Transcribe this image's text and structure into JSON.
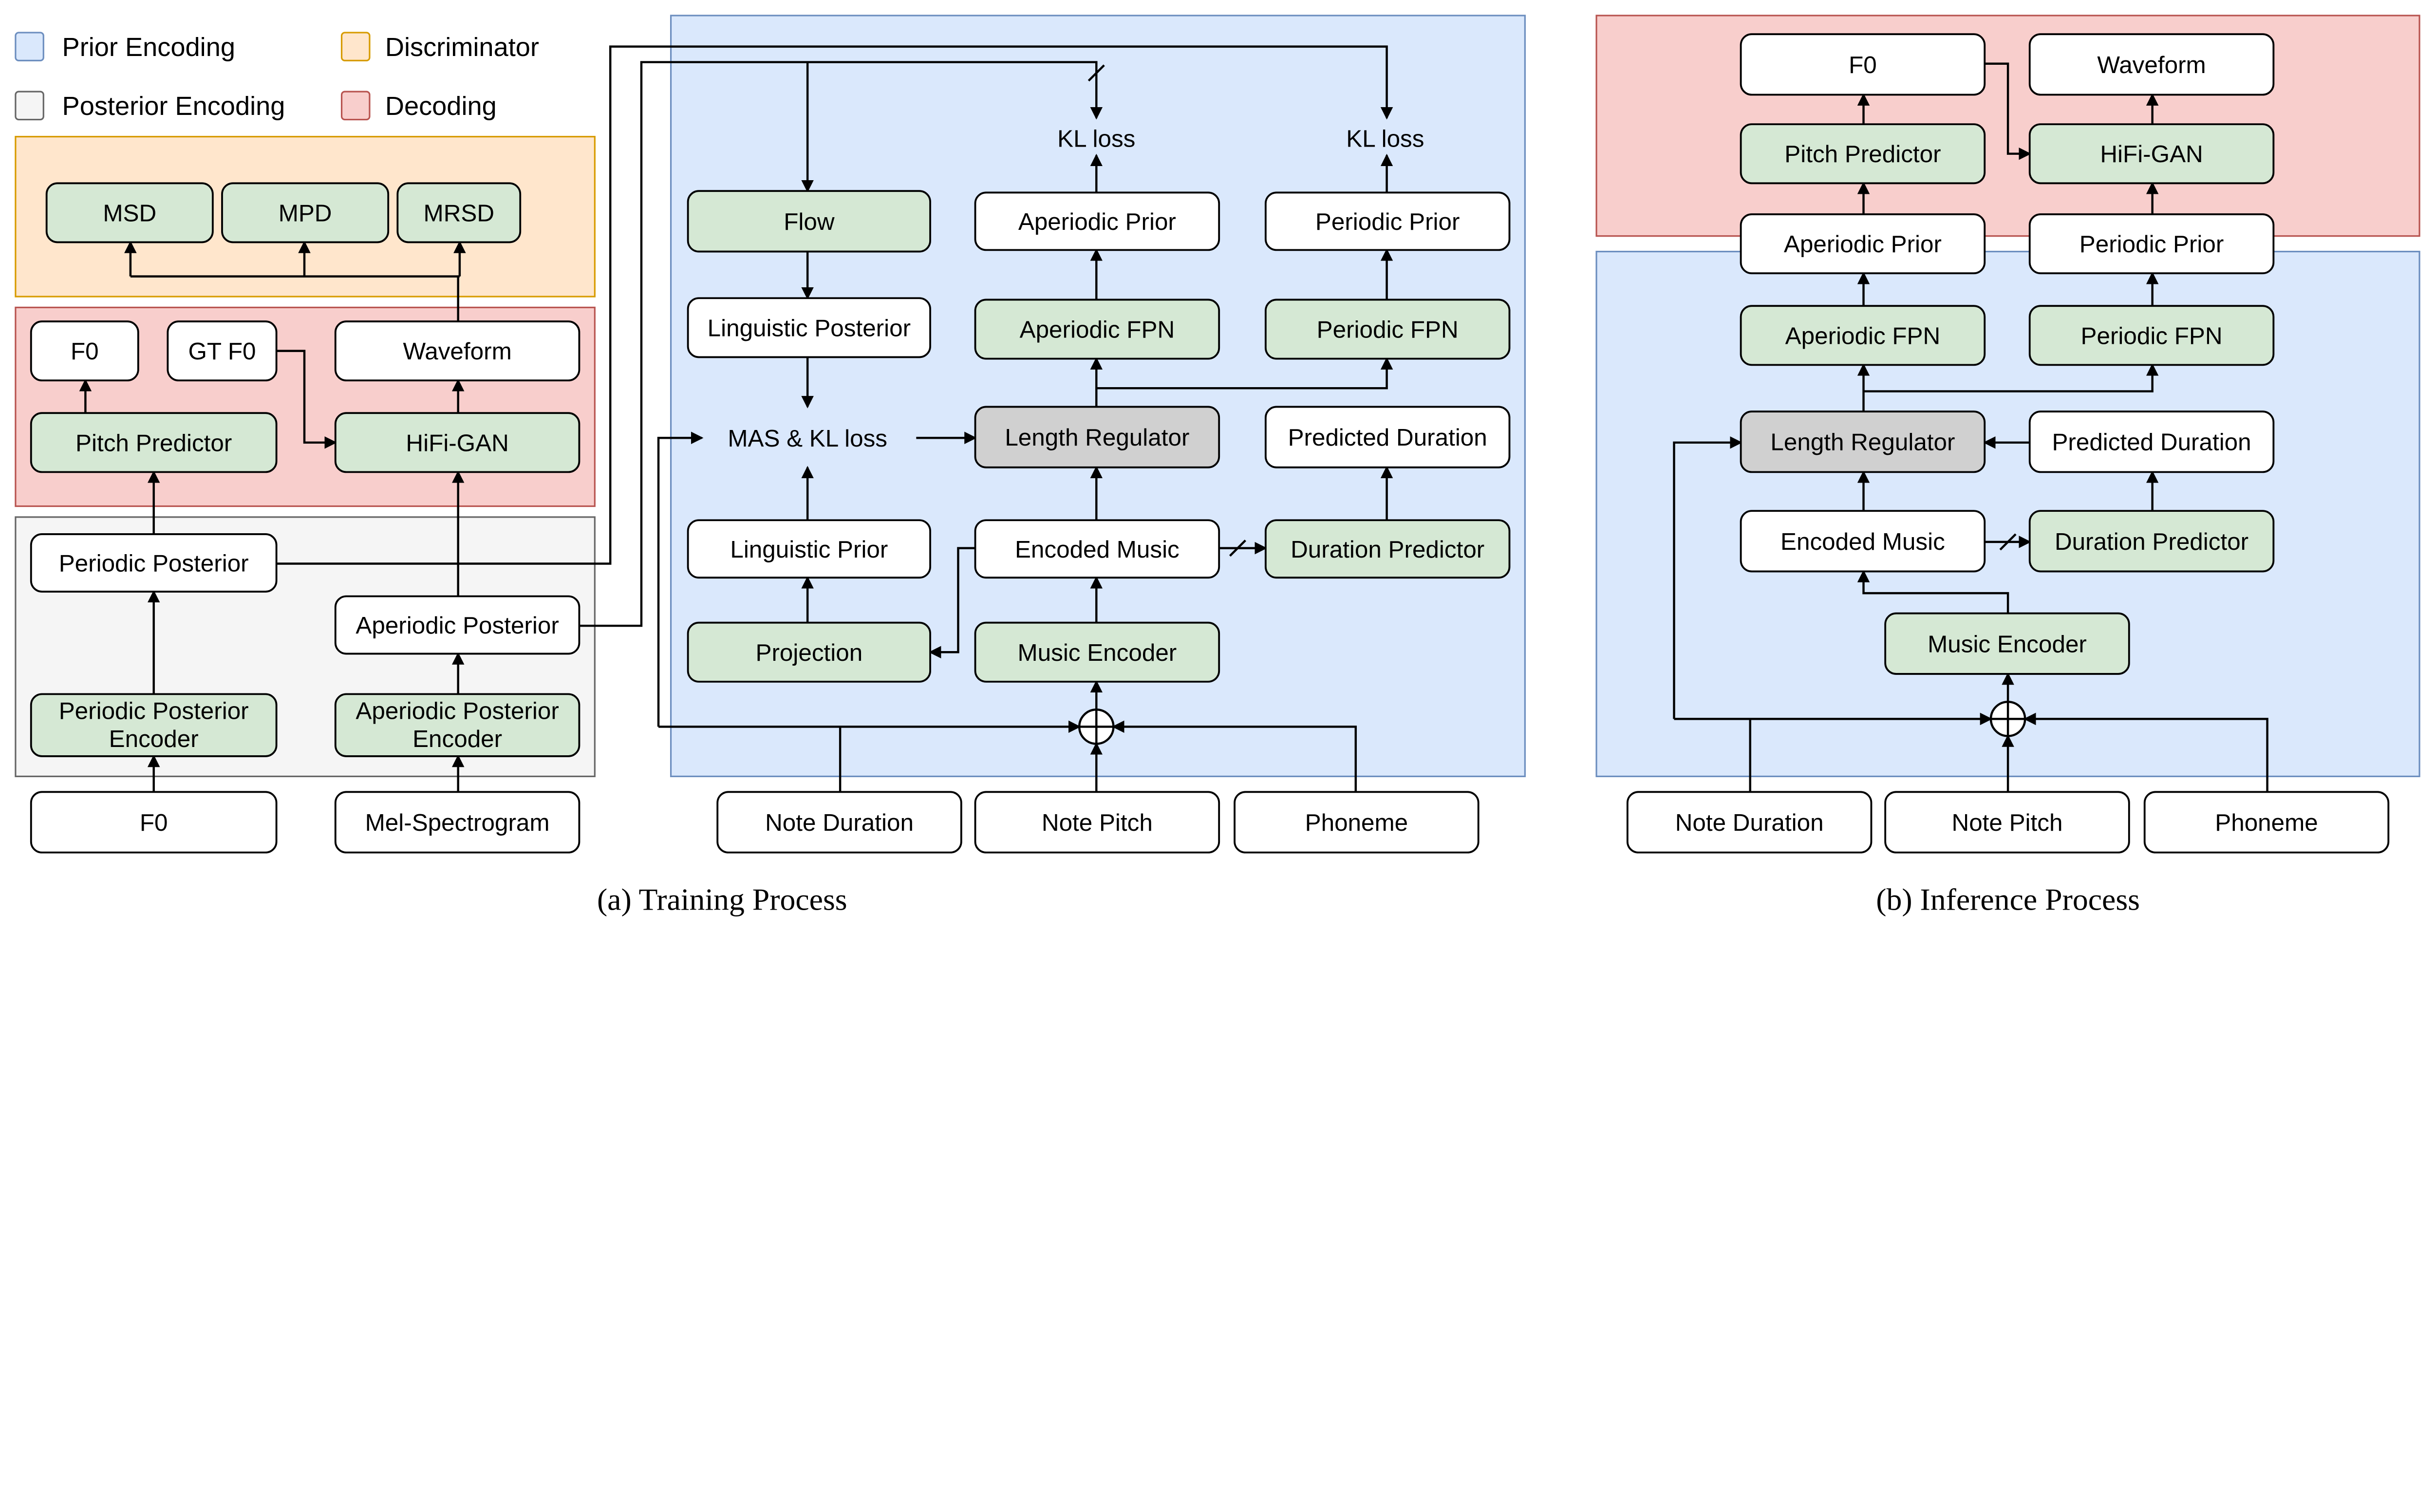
{
  "colors": {
    "prior": "#dae8fc",
    "prior_stroke": "#6c8ebf",
    "discriminator": "#ffe6cc",
    "discriminator_stroke": "#d79b00",
    "posterior": "#f5f5f5",
    "posterior_stroke": "#666666",
    "decoding": "#f8cecc",
    "decoding_stroke": "#b85450",
    "module_green": "#d5e8d4",
    "module_green_stroke": "#000000",
    "length_regulator": "#d0d0d0"
  },
  "legend": {
    "prior": "Prior Encoding",
    "discriminator": "Discriminator",
    "posterior": "Posterior Encoding",
    "decoding": "Decoding"
  },
  "training": {
    "caption": "(a) Training Process",
    "nodes": {
      "msd": "MSD",
      "mpd": "MPD",
      "mrsd": "MRSD",
      "f0_out": "F0",
      "gt_f0": "GT F0",
      "waveform": "Waveform",
      "pitch_predictor": "Pitch Predictor",
      "hifigan": "HiFi-GAN",
      "periodic_posterior": "Periodic Posterior",
      "aperiodic_posterior": "Aperiodic Posterior",
      "periodic_posterior_encoder": "Periodic Posterior Encoder",
      "aperiodic_posterior_encoder": "Aperiodic Posterior Encoder",
      "f0_in": "F0",
      "mel": "Mel-Spectrogram",
      "flow": "Flow",
      "linguistic_posterior": "Linguistic Posterior",
      "mas_kl": "MAS & KL loss",
      "linguistic_prior": "Linguistic Prior",
      "projection": "Projection",
      "kl_aperiodic": "KL loss",
      "aperiodic_prior": "Aperiodic Prior",
      "aperiodic_fpn": "Aperiodic FPN",
      "length_regulator": "Length Regulator",
      "encoded_music": "Encoded Music",
      "music_encoder": "Music Encoder",
      "kl_periodic": "KL loss",
      "periodic_prior": "Periodic Prior",
      "periodic_fpn": "Periodic FPN",
      "predicted_duration": "Predicted Duration",
      "duration_predictor": "Duration Predictor",
      "note_duration": "Note Duration",
      "note_pitch": "Note Pitch",
      "phoneme": "Phoneme"
    }
  },
  "inference": {
    "caption": "(b) Inference Process",
    "nodes": {
      "f0": "F0",
      "waveform": "Waveform",
      "pitch_predictor": "Pitch Predictor",
      "hifigan": "HiFi-GAN",
      "aperiodic_prior": "Aperiodic Prior",
      "periodic_prior": "Periodic Prior",
      "aperiodic_fpn": "Aperiodic FPN",
      "periodic_fpn": "Periodic FPN",
      "length_regulator": "Length Regulator",
      "predicted_duration": "Predicted Duration",
      "encoded_music": "Encoded Music",
      "duration_predictor": "Duration Predictor",
      "music_encoder": "Music Encoder",
      "note_duration": "Note Duration",
      "note_pitch": "Note Pitch",
      "phoneme": "Phoneme"
    }
  }
}
